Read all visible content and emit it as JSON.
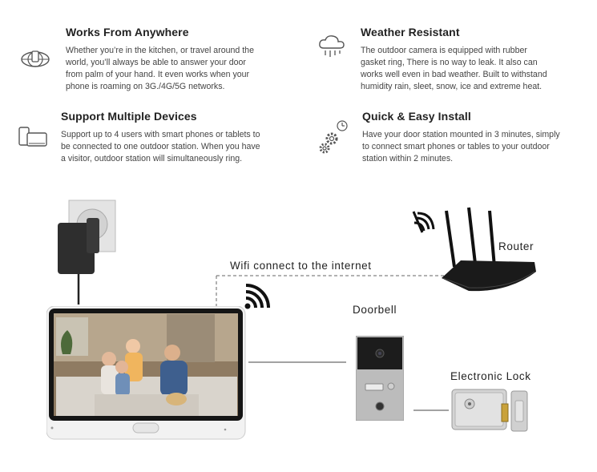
{
  "features": [
    {
      "title": "Works From Anywhere",
      "lines": [
        "Whether you’re in the kitchen, or travel around the",
        "world, you’ll always be able to answer your door",
        "from palm of your hand. It even works when your",
        "phone is roaming on 3G./4G/5G networks."
      ],
      "icon": "globe-phone-icon"
    },
    {
      "title": "Weather Resistant",
      "lines": [
        "The outdoor camera is equipped with rubber",
        "gasket ring, There is no way to leak. It also can",
        "works well even in bad weather. Built to withstand",
        "humidity rain, sleet, snow, ice and extreme heat."
      ],
      "icon": "cloud-rain-icon"
    },
    {
      "title": "Support Multiple Devices",
      "lines": [
        "Support up to 4 users with smart phones or tablets to",
        "be connected to one outdoor station. When you have",
        "a visitor, outdoor station will simultaneously ring."
      ],
      "icon": "devices-icon"
    },
    {
      "title": "Quick & Easy Install",
      "lines": [
        "Have your door station mounted in 3 minutes, simply",
        "to connect smart phones or tables to your outdoor",
        "station within 2 minutes."
      ],
      "icon": "gears-clock-icon"
    }
  ],
  "diagram": {
    "wifi_label": "Wifi connect to the internet",
    "router_label": "Router",
    "doorbell_label": "Doorbell",
    "lock_label": "Electronic Lock"
  }
}
